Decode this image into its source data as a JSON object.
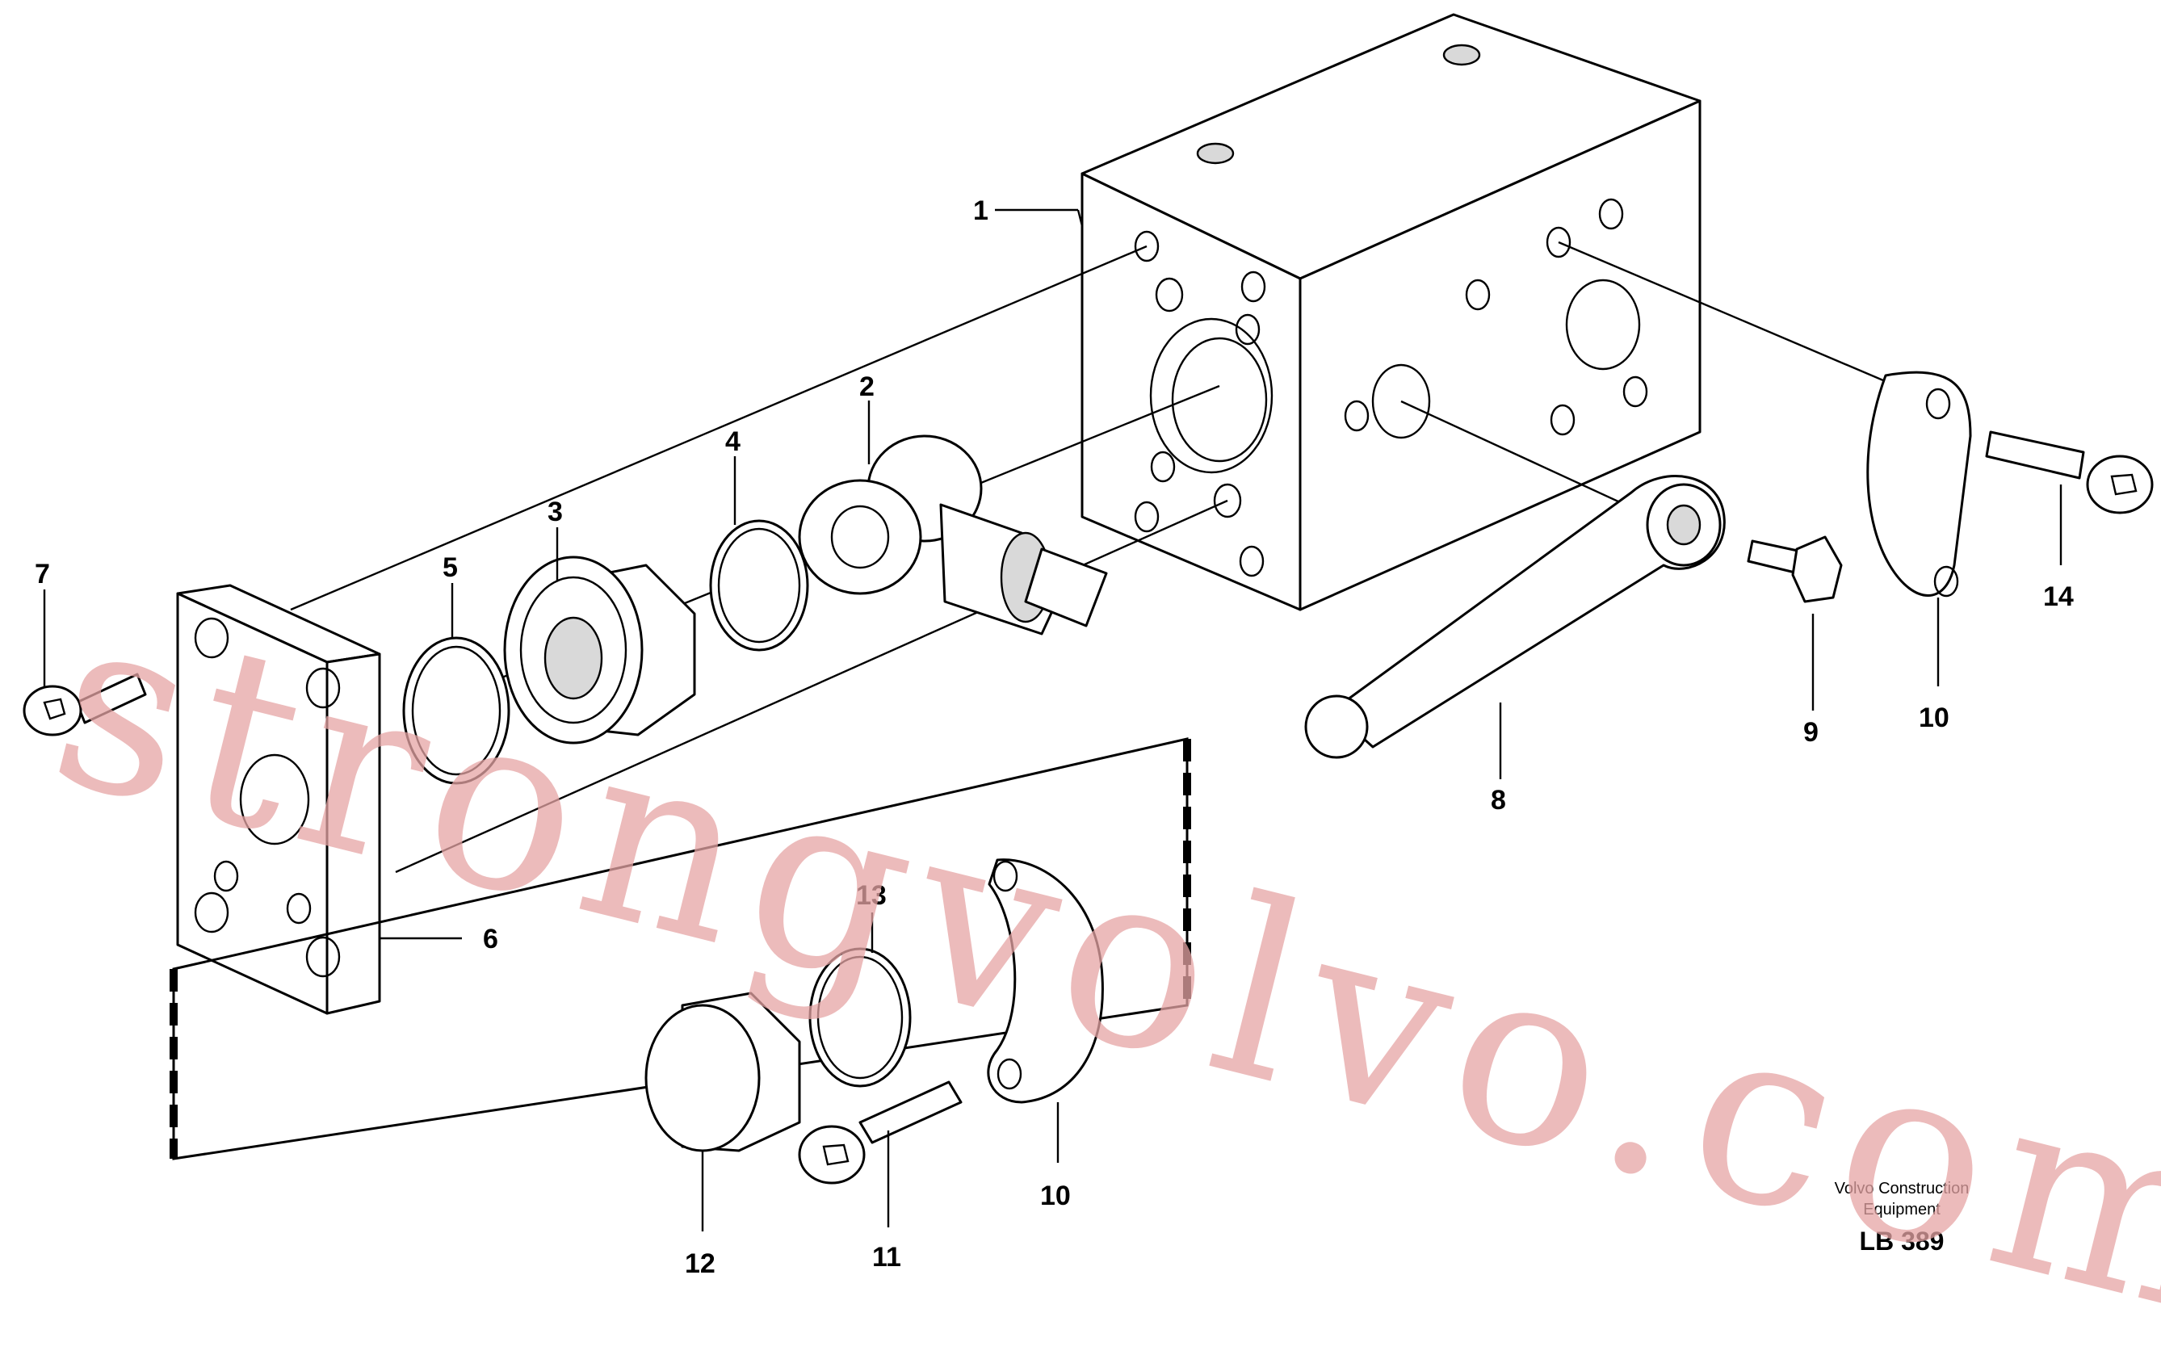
{
  "callouts": {
    "c1": "1",
    "c2": "2",
    "c3": "3",
    "c4": "4",
    "c5": "5",
    "c6": "6",
    "c7": "7",
    "c8": "8",
    "c9": "9",
    "c10a": "10",
    "c10b": "10",
    "c11": "11",
    "c12": "12",
    "c13": "13",
    "c14": "14"
  },
  "brand": {
    "line1": "Volvo Construction",
    "line2": "Equipment"
  },
  "figure_code": "LB 389",
  "watermark": "strongvolvo.com"
}
